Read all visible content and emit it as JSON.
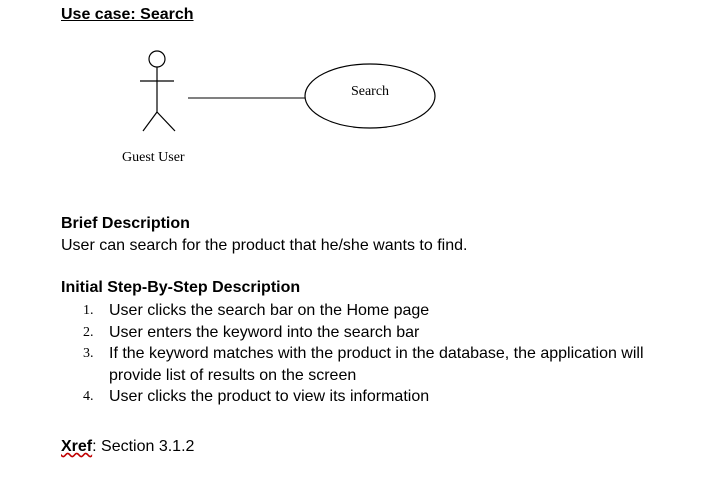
{
  "title": "Use case: Search",
  "diagram": {
    "actor_label": "Guest User",
    "usecase_label": "Search"
  },
  "brief": {
    "heading": "Brief Description",
    "text": "User can search for the product that he/she wants to find."
  },
  "steps_section": {
    "heading": "Initial Step-By-Step Description",
    "steps": [
      {
        "num": "1.",
        "text": "User clicks the search bar on the Home page"
      },
      {
        "num": "2.",
        "text": "User enters the keyword into the search bar"
      },
      {
        "num": "3.",
        "text": "If the keyword matches with the product in the database, the application will provide list of results on the screen"
      },
      {
        "num": "4.",
        "text": "User clicks the product to view its information"
      }
    ]
  },
  "xref": {
    "label": "Xref",
    "value": "Section 3.1.2"
  }
}
